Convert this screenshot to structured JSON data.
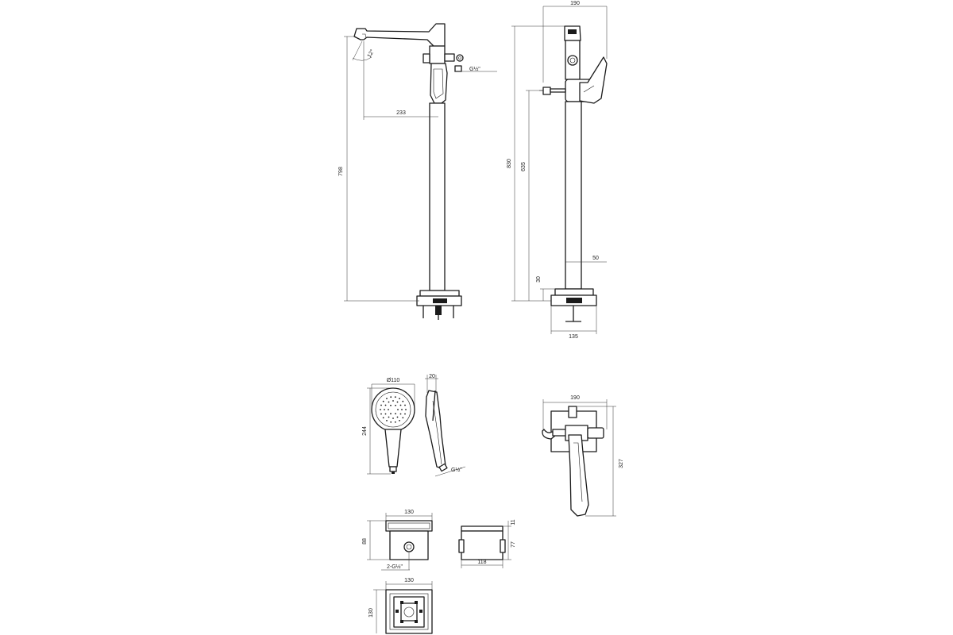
{
  "dimensions": {
    "spout_reach": "233",
    "tap_height_side": "798",
    "angle": "12°",
    "inlet_thread": "G½\"",
    "front_width_top": "190",
    "front_height_total": "830",
    "front_height_lever": "635",
    "base_height": "30",
    "column_width": "50",
    "base_width": "135",
    "head_diameter": "Ø110",
    "handset_length": "244",
    "handset_depth": "20",
    "hose_thread": "G½\"",
    "wall_width": "190",
    "wall_height": "327",
    "box_width_top": "130",
    "box_height_front": "88",
    "box_thread": "2-G½\"",
    "box_width_side": "118",
    "box_top_plate": "11",
    "box_height_side": "77",
    "plan_width": "130",
    "plan_depth": "130"
  }
}
